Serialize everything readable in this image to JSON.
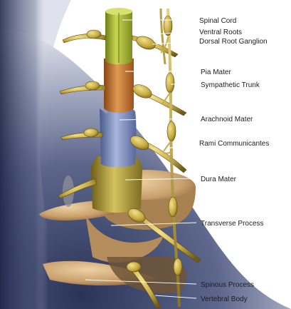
{
  "labels": {
    "spinal_cord": "Spinal Cord",
    "ventral_roots": "Ventral Roots",
    "dorsal_root_ganglion": "Dorsal Root Ganglion",
    "pia_mater": "Pia Mater",
    "sympathetic_trunk": "Sympathetic Trunk",
    "arachnoid_mater": "Arachnoid Mater",
    "rami_communicantes": "Rami Communicantes",
    "dura_mater": "Dura Mater",
    "transverse_process": "Transverse Process",
    "spinous_process": "Spinous Process",
    "vertebral_body": "Vertebral Body"
  },
  "colors": {
    "background_dark": "#1c2445",
    "background_mid": "#6c759a",
    "background_light": "#ffffff",
    "spinal_cord": "#b3c23a",
    "pia_mater": "#c8742f",
    "arachnoid_mater": "#7c8db8",
    "dura_mater": "#b5a242",
    "nerve": "#b49a3e",
    "bone": "#cfa97a",
    "leader_line": "#ffffff"
  }
}
